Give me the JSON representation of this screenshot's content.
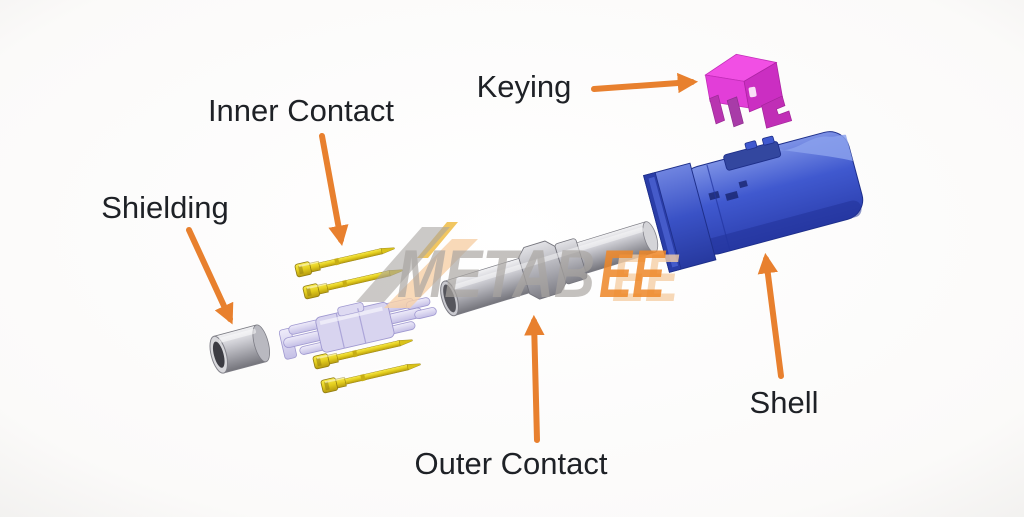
{
  "diagram": {
    "type": "exploded-view-fakra-connector",
    "labels": {
      "keying": "Keying",
      "inner_contact": "Inner Contact",
      "shielding": "Shielding",
      "outer_contact": "Outer Contact",
      "shell": "Shell"
    },
    "watermark": {
      "text_gray": "METAB",
      "text_orange": "EE",
      "gray": "#a9a5a1",
      "orange": "#ee8728",
      "peach": "#f6cfa6"
    },
    "colors": {
      "background_center": "#ffffff",
      "background_edge": "#efeeec",
      "label_text": "#1e2126",
      "arrow": "#e8802e",
      "keying_part": "#e23ed8",
      "shell_part": "#4059cf",
      "outer_contact_part": "#b9b9c1",
      "shielding_part": "#b3b3ba",
      "inner_contact_part": "#e3cd1d",
      "insulator_part": "#d7d3ef"
    },
    "parts": [
      {
        "id": "keying"
      },
      {
        "id": "shell"
      },
      {
        "id": "outer-contact"
      },
      {
        "id": "inner-contact-pins"
      },
      {
        "id": "insulator"
      },
      {
        "id": "shielding"
      }
    ]
  }
}
